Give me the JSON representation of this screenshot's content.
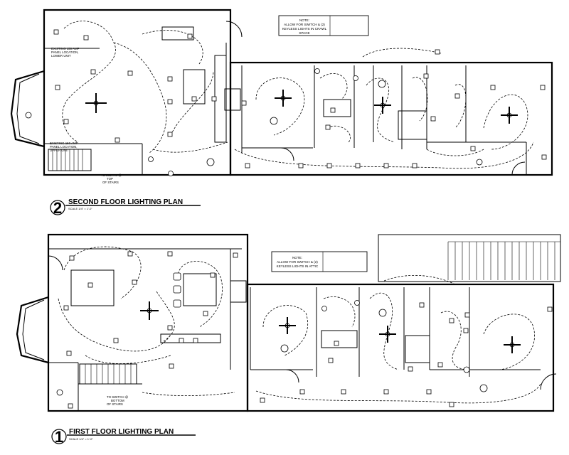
{
  "sheet": {
    "second_floor": {
      "number": "2",
      "title": "SECOND FLOOR LIGHTING PLAN",
      "scale": "SCALE 1/4\" = 1'-0\"",
      "note": [
        "NOTE:",
        "ALLOW FOR SWITCH & (2)",
        "KEYLESS LIGHTS IN CRAWL",
        "SPACE"
      ],
      "labels": {
        "panel_upper": [
          "EXISTING 150 AMP",
          "PANEL LOCATION,",
          "LOWER UNIT"
        ],
        "panel_lower": [
          "EXISTING 150 AMP",
          "PANEL LOCATION,",
          "UPPER UNIT"
        ],
        "stairs": [
          "TO LIGHTS @",
          "TOP",
          "OF STAIRS"
        ]
      }
    },
    "first_floor": {
      "number": "1",
      "title": "FIRST FLOOR LIGHTING PLAN",
      "scale": "SCALE 1/4\" = 1'-0\"",
      "note": [
        "NOTE:",
        "ALLOW FOR SWITCH & (2)",
        "KEYLESS LIGHTS IN ATTIC"
      ],
      "labels": {
        "stairs": [
          "TO SWITCH @",
          "BOTTOM",
          "OF STAIRS"
        ]
      }
    }
  }
}
